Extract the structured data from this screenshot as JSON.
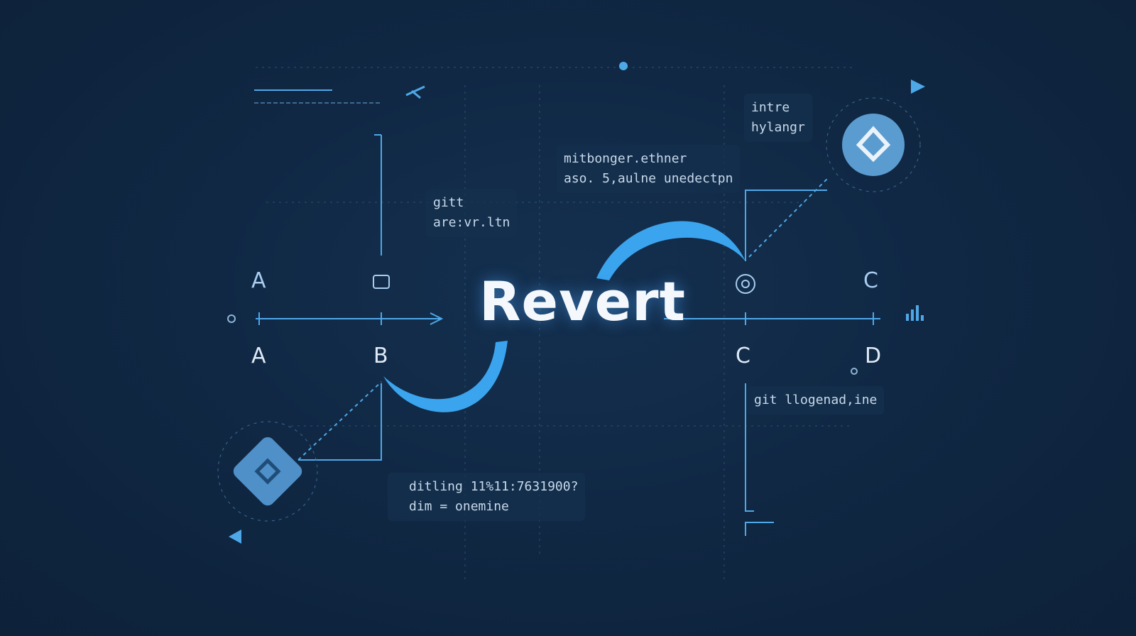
{
  "title": "Revert",
  "labels": {
    "top_a": "A",
    "top_c": "C",
    "a": "A",
    "b": "B",
    "c": "C",
    "d": "D"
  },
  "cards": {
    "git_card": [
      "gitt",
      "are:vr.ltn"
    ],
    "merge_card": [
      "mitbonger.ethner",
      "aso. 5,aulne unedectpn"
    ],
    "intre_card": [
      "intre",
      "hylangr"
    ],
    "log_card": [
      "git llogenad,ine"
    ],
    "commit_card": [
      "ditling 11%11:7631900?",
      "dim = onemine"
    ]
  },
  "colors": {
    "accent": "#3ba4ee",
    "line": "#4ea8e8",
    "bg": "#102844"
  }
}
